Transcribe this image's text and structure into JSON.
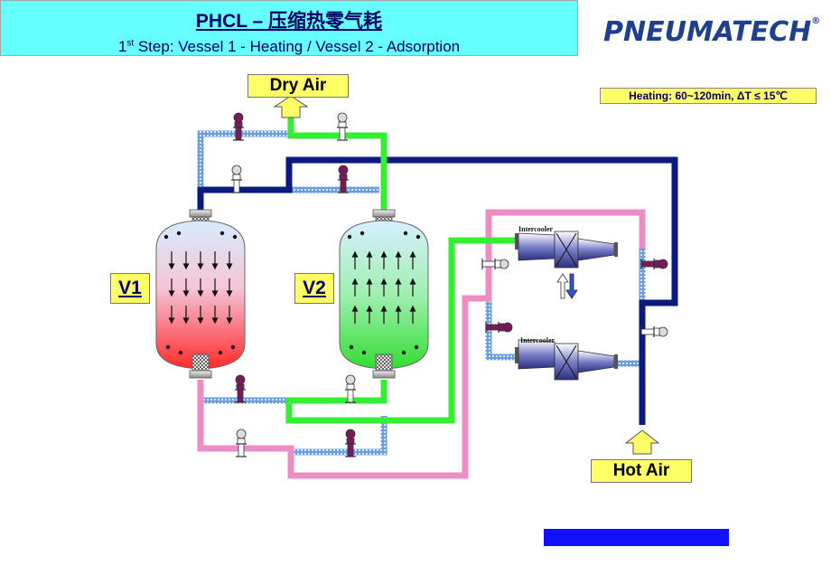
{
  "header": {
    "title": "PHCL – 压缩热零气耗",
    "subtitle_prefix": "1",
    "subtitle_sup": "st",
    "subtitle_rest": " Step: Vessel 1 - Heating /  Vessel 2 - Adsorption"
  },
  "logo": {
    "text": "PNEUMATECH",
    "reg": "®"
  },
  "note": "Heating: 60~120min, ΔT ≤ 15℃",
  "labels": {
    "dry_air": "Dry Air",
    "hot_air": "Hot Air",
    "vessel1": "V1",
    "vessel2": "V2",
    "intercooler_top": "Intercooler",
    "intercooler_bottom": "Intercooler"
  },
  "colors": {
    "header_bg": "#66ffff",
    "label_bg": "#ffff66",
    "dry_line": "#33ee33",
    "hot_line": "#f08cc4",
    "dark_line": "#0a1a80",
    "idle_line": "#6a9ee0",
    "heating_vessel": "#ff3333",
    "adsorption_vessel": "#33dd33",
    "footer_bar": "#1010ff"
  }
}
